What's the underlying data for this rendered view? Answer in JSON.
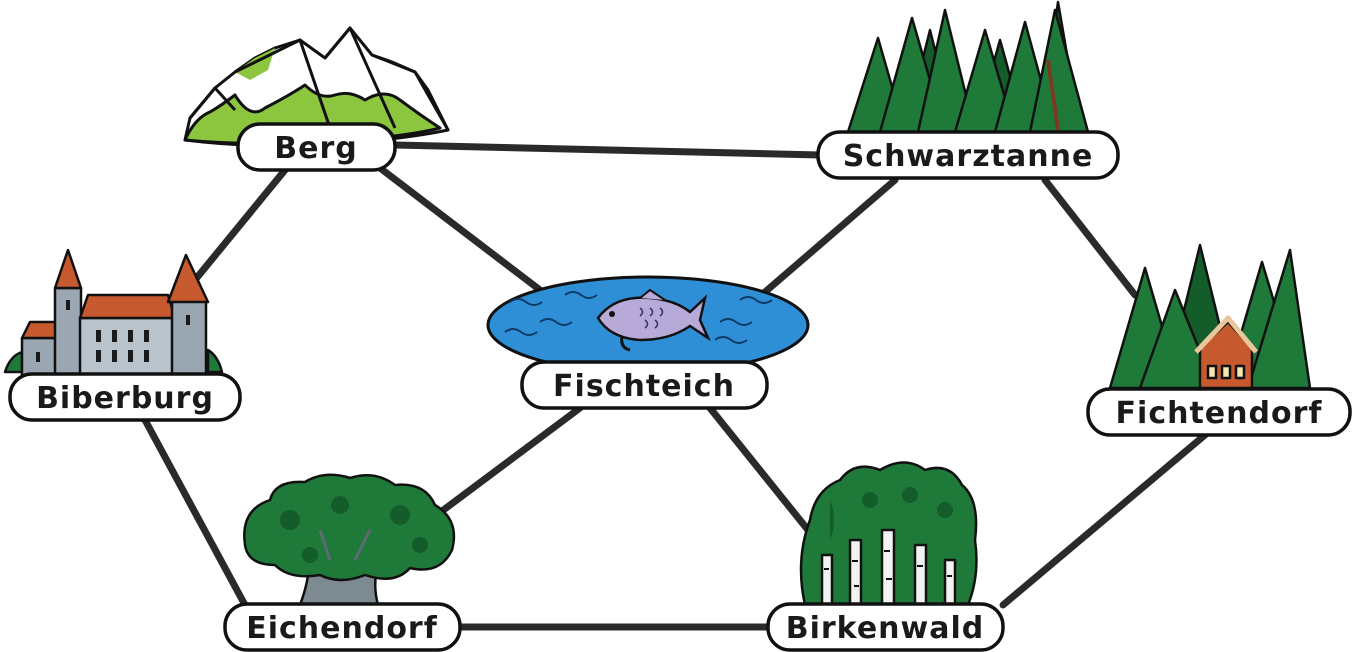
{
  "map": {
    "places": {
      "berg": "Berg",
      "schwarztanne": "Schwarztanne",
      "biberburg": "Biberburg",
      "fischteich": "Fischteich",
      "fichtendorf": "Fichtendorf",
      "eichendorf": "Eichendorf",
      "birkenwald": "Birkenwald"
    },
    "connections": [
      [
        "berg",
        "schwarztanne"
      ],
      [
        "berg",
        "biberburg"
      ],
      [
        "berg",
        "fischteich"
      ],
      [
        "schwarztanne",
        "fischteich"
      ],
      [
        "schwarztanne",
        "fichtendorf"
      ],
      [
        "biberburg",
        "eichendorf"
      ],
      [
        "fischteich",
        "eichendorf"
      ],
      [
        "fischteich",
        "birkenwald"
      ],
      [
        "eichendorf",
        "birkenwald"
      ],
      [
        "birkenwald",
        "fichtendorf"
      ]
    ]
  },
  "colors": {
    "edge": "#2a2a2a",
    "outline": "#111111",
    "forest": "#1f7a3a",
    "forest_dark": "#155c2b",
    "meadow": "#8cc63f",
    "water": "#2f8fd6",
    "fish": "#b7a9d8",
    "roof": "#c65a2e",
    "stone": "#9aa7b3",
    "oak_trunk": "#7e8a92",
    "birch_bark": "#f2f2f2"
  },
  "icons": {
    "berg": "mountain-icon",
    "schwarztanne": "fir-forest-icon",
    "biberburg": "castle-icon",
    "fischteich": "fish-pond-icon",
    "fichtendorf": "forest-house-icon",
    "eichendorf": "oak-tree-icon",
    "birkenwald": "birch-forest-icon"
  }
}
